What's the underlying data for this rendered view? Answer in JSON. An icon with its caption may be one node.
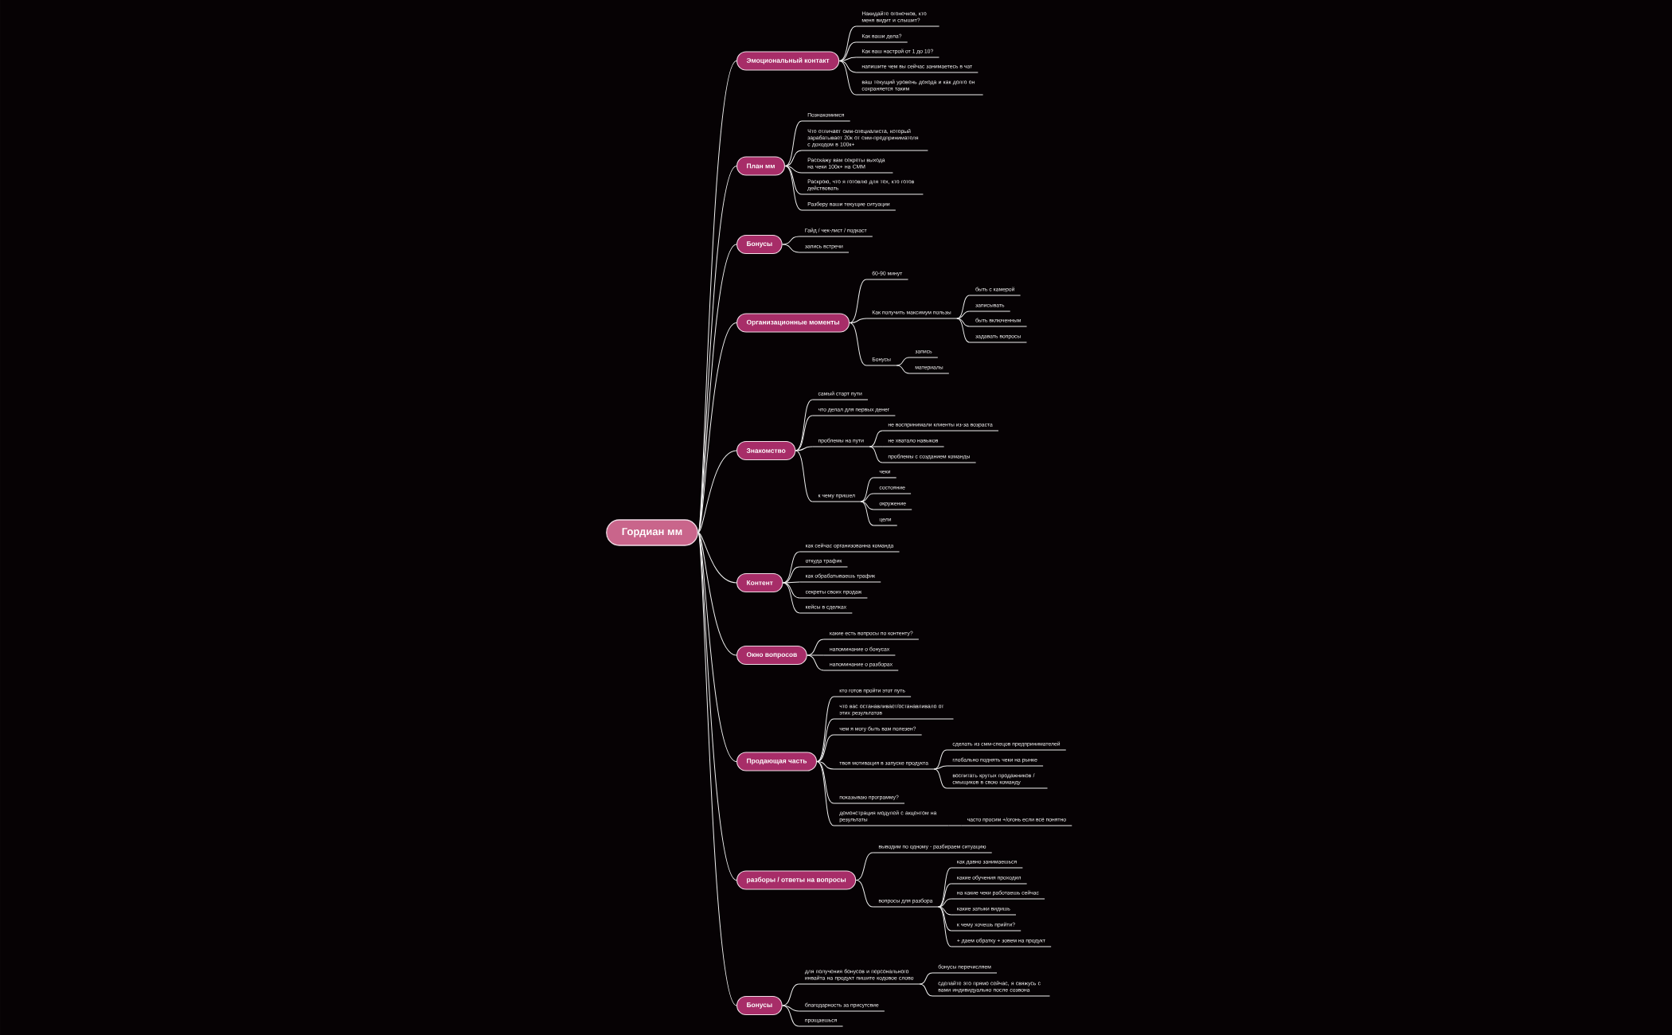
{
  "diagram": {
    "nodes": [
      {
        "text": [
          "Гордиан мм"
        ]
      },
      {
        "text": [
          "Эмоциональный контакт"
        ]
      },
      {
        "text": [
          "Накидайте огонечков, кто меня видит и слышит?"
        ]
      },
      {
        "text": [
          "Как ваши дела?"
        ]
      },
      {
        "text": [
          "Как ваш настрой от 1 до 10?"
        ]
      },
      {
        "text": [
          "напишите чем вы сейчас занимаетесь в чат"
        ]
      },
      {
        "text": [
          "ваш текущий уровень дохода и как долго он сохраняется таким"
        ]
      },
      {
        "text": [
          "План мм"
        ]
      },
      {
        "text": [
          "Познакомимся"
        ]
      },
      {
        "text": [
          "Что отличает смм-специалиста, который зарабатывает 20к от смм-предпринимателя с доходом в 100к+"
        ]
      },
      {
        "text": [
          "Расскажу вам секреты выхода на чеки 100к+ на СММ"
        ]
      },
      {
        "text": [
          "Раскрою, что я готовлю для тех, кто готов действовать"
        ]
      },
      {
        "text": [
          "Разберу ваши текущие ситуации"
        ]
      },
      {
        "text": [
          "Бонусы"
        ]
      },
      {
        "text": [
          "Гайд / чек-лист / подкаст"
        ]
      },
      {
        "text": [
          "запись встречи"
        ]
      },
      {
        "text": [
          "Организационные моменты"
        ]
      },
      {
        "text": [
          "60-90 минут"
        ]
      },
      {
        "text": [
          "Как получить максимум пользы"
        ]
      },
      {
        "text": [
          "быть с камерой"
        ]
      },
      {
        "text": [
          "записывать"
        ]
      },
      {
        "text": [
          "быть включенным"
        ]
      },
      {
        "text": [
          "задавать вопросы"
        ]
      },
      {
        "text": [
          "Бонусы"
        ]
      },
      {
        "text": [
          "запись"
        ]
      },
      {
        "text": [
          "материалы"
        ]
      },
      {
        "text": [
          "Знакомство"
        ]
      },
      {
        "text": [
          "самый старт пути"
        ]
      },
      {
        "text": [
          "что делал для первых денег"
        ]
      },
      {
        "text": [
          "проблемы на пути"
        ]
      },
      {
        "text": [
          "не воспринимали клиенты из-за возраста"
        ]
      },
      {
        "text": [
          "не хватало навыков"
        ]
      },
      {
        "text": [
          "проблемы с созданием команды"
        ]
      },
      {
        "text": [
          "к чему пришел"
        ]
      },
      {
        "text": [
          "чеки"
        ]
      },
      {
        "text": [
          "состояние"
        ]
      },
      {
        "text": [
          "окружение"
        ]
      },
      {
        "text": [
          "цели"
        ]
      },
      {
        "text": [
          "Контент"
        ]
      },
      {
        "text": [
          "как сейчас организованна команда"
        ]
      },
      {
        "text": [
          "откуда трафик"
        ]
      },
      {
        "text": [
          "как обрабатываешь трафик"
        ]
      },
      {
        "text": [
          "секреты своих продаж"
        ]
      },
      {
        "text": [
          "кейсы в сделках"
        ]
      },
      {
        "text": [
          "Окно вопросов"
        ]
      },
      {
        "text": [
          "какие есть вопросы по контенту?"
        ]
      },
      {
        "text": [
          "напоминание о бонусах"
        ]
      },
      {
        "text": [
          "напоминание о разборах"
        ]
      },
      {
        "text": [
          "Продающая часть"
        ]
      },
      {
        "text": [
          "кто готов пройти этот путь"
        ]
      },
      {
        "text": [
          "что вас останавливает/останавливало от этих результатов"
        ]
      },
      {
        "text": [
          "чем я могу быть вам полезен?"
        ]
      },
      {
        "text": [
          "твоя мотивация в запуске продукта"
        ]
      },
      {
        "text": [
          "сделать из смм-спецов предпринимателей"
        ]
      },
      {
        "text": [
          "глобально поднять чеки на рынке"
        ]
      },
      {
        "text": [
          "воспитать крутых продажников / смыщиков в свою команду"
        ]
      },
      {
        "text": [
          "показываю программу?"
        ]
      },
      {
        "text": [
          "демонстрация модулей с акцентом на результаты"
        ]
      },
      {
        "text": [
          "часто просим +/огонь если всё понятно"
        ]
      },
      {
        "text": [
          "разборы / ответы на вопросы"
        ]
      },
      {
        "text": [
          "выводим по одному - разбираем ситуацию"
        ]
      },
      {
        "text": [
          "вопросы для разбора"
        ]
      },
      {
        "text": [
          "как давно занимаешься"
        ]
      },
      {
        "text": [
          "какие обучения проходил"
        ]
      },
      {
        "text": [
          "на какие чеки работаешь сейчас"
        ]
      },
      {
        "text": [
          "какие затыки видишь"
        ]
      },
      {
        "text": [
          "к чему хочешь прийти?"
        ]
      },
      {
        "text": [
          "+ даем обратку + зовем на продукт"
        ]
      },
      {
        "text": [
          "Бонусы"
        ]
      },
      {
        "text": [
          "для получения бонусов и персонального инвайта на продукт пишите кодовое слово"
        ]
      },
      {
        "text": [
          "бонусы перечисляем"
        ]
      },
      {
        "text": [
          "сделайте это прямо сейчас, я свяжусь с вами индивидуально после созвона"
        ]
      },
      {
        "text": [
          "благодарность за присутсвие"
        ]
      },
      {
        "text": [
          "прощаешься"
        ]
      }
    ],
    "edges": [
      {
        "from": 0,
        "to": 1,
        "arrow": "none"
      },
      {
        "from": 1,
        "to": 2,
        "arrow": "none"
      },
      {
        "from": 1,
        "to": 3,
        "arrow": "none"
      },
      {
        "from": 1,
        "to": 4,
        "arrow": "none"
      },
      {
        "from": 1,
        "to": 5,
        "arrow": "none"
      },
      {
        "from": 1,
        "to": 6,
        "arrow": "none"
      },
      {
        "from": 0,
        "to": 7,
        "arrow": "none"
      },
      {
        "from": 7,
        "to": 8,
        "arrow": "none"
      },
      {
        "from": 7,
        "to": 9,
        "arrow": "none"
      },
      {
        "from": 7,
        "to": 10,
        "arrow": "none"
      },
      {
        "from": 7,
        "to": 11,
        "arrow": "none"
      },
      {
        "from": 7,
        "to": 12,
        "arrow": "none"
      },
      {
        "from": 0,
        "to": 13,
        "arrow": "none"
      },
      {
        "from": 13,
        "to": 14,
        "arrow": "none"
      },
      {
        "from": 13,
        "to": 15,
        "arrow": "none"
      },
      {
        "from": 0,
        "to": 16,
        "arrow": "none"
      },
      {
        "from": 16,
        "to": 17,
        "arrow": "none"
      },
      {
        "from": 16,
        "to": 18,
        "arrow": "none"
      },
      {
        "from": 18,
        "to": 19,
        "arrow": "none"
      },
      {
        "from": 18,
        "to": 20,
        "arrow": "none"
      },
      {
        "from": 18,
        "to": 21,
        "arrow": "none"
      },
      {
        "from": 18,
        "to": 22,
        "arrow": "none"
      },
      {
        "from": 16,
        "to": 23,
        "arrow": "none"
      },
      {
        "from": 23,
        "to": 24,
        "arrow": "none"
      },
      {
        "from": 23,
        "to": 25,
        "arrow": "none"
      },
      {
        "from": 0,
        "to": 26,
        "arrow": "none"
      },
      {
        "from": 26,
        "to": 27,
        "arrow": "none"
      },
      {
        "from": 26,
        "to": 28,
        "arrow": "none"
      },
      {
        "from": 26,
        "to": 29,
        "arrow": "none"
      },
      {
        "from": 29,
        "to": 30,
        "arrow": "none"
      },
      {
        "from": 29,
        "to": 31,
        "arrow": "none"
      },
      {
        "from": 29,
        "to": 32,
        "arrow": "none"
      },
      {
        "from": 26,
        "to": 33,
        "arrow": "none"
      },
      {
        "from": 33,
        "to": 34,
        "arrow": "none"
      },
      {
        "from": 33,
        "to": 35,
        "arrow": "none"
      },
      {
        "from": 33,
        "to": 36,
        "arrow": "none"
      },
      {
        "from": 33,
        "to": 37,
        "arrow": "none"
      },
      {
        "from": 0,
        "to": 38,
        "arrow": "none"
      },
      {
        "from": 38,
        "to": 39,
        "arrow": "none"
      },
      {
        "from": 38,
        "to": 40,
        "arrow": "none"
      },
      {
        "from": 38,
        "to": 41,
        "arrow": "none"
      },
      {
        "from": 38,
        "to": 42,
        "arrow": "none"
      },
      {
        "from": 38,
        "to": 43,
        "arrow": "none"
      },
      {
        "from": 0,
        "to": 44,
        "arrow": "none"
      },
      {
        "from": 44,
        "to": 45,
        "arrow": "none"
      },
      {
        "from": 44,
        "to": 46,
        "arrow": "none"
      },
      {
        "from": 44,
        "to": 47,
        "arrow": "none"
      },
      {
        "from": 0,
        "to": 48,
        "arrow": "none"
      },
      {
        "from": 48,
        "to": 49,
        "arrow": "none"
      },
      {
        "from": 48,
        "to": 50,
        "arrow": "none"
      },
      {
        "from": 48,
        "to": 51,
        "arrow": "none"
      },
      {
        "from": 48,
        "to": 52,
        "arrow": "none"
      },
      {
        "from": 52,
        "to": 53,
        "arrow": "none"
      },
      {
        "from": 52,
        "to": 54,
        "arrow": "none"
      },
      {
        "from": 52,
        "to": 55,
        "arrow": "none"
      },
      {
        "from": 48,
        "to": 56,
        "arrow": "none"
      },
      {
        "from": 48,
        "to": 57,
        "arrow": "none"
      },
      {
        "from": 57,
        "to": 58,
        "arrow": "none"
      },
      {
        "from": 0,
        "to": 59,
        "arrow": "none"
      },
      {
        "from": 59,
        "to": 60,
        "arrow": "none"
      },
      {
        "from": 59,
        "to": 61,
        "arrow": "none"
      },
      {
        "from": 61,
        "to": 62,
        "arrow": "none"
      },
      {
        "from": 61,
        "to": 63,
        "arrow": "none"
      },
      {
        "from": 61,
        "to": 64,
        "arrow": "none"
      },
      {
        "from": 61,
        "to": 65,
        "arrow": "none"
      },
      {
        "from": 61,
        "to": 66,
        "arrow": "none"
      },
      {
        "from": 61,
        "to": 67,
        "arrow": "none"
      },
      {
        "from": 0,
        "to": 68,
        "arrow": "none"
      },
      {
        "from": 68,
        "to": 69,
        "arrow": "none"
      },
      {
        "from": 69,
        "to": 70,
        "arrow": "none"
      },
      {
        "from": 69,
        "to": 71,
        "arrow": "none"
      },
      {
        "from": 68,
        "to": 72,
        "arrow": "none"
      },
      {
        "from": 68,
        "to": 73,
        "arrow": "none"
      }
    ]
  }
}
